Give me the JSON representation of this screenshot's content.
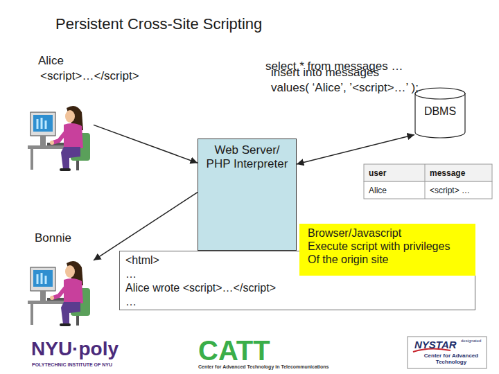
{
  "diagram": {
    "title": "Persistent Cross-Site Scripting",
    "nodes": [
      {
        "text": [
          "Alice",
          "<script>…</script>"
        ]
      },
      {
        "text": [
          "DBMS"
        ]
      },
      {
        "text": [
          "Web Server/ PHP Interpreter"
        ]
      },
      {
        "text": [
          "Bonnie"
        ]
      },
      {
        "text": [
          "Browser/Javascript",
          "Execute script with privileges Of the origin site"
        ]
      },
      {
        "text": [
          "<html>",
          "…",
          "Alice wrote <script>…</script>",
          "…"
        ]
      }
    ],
    "edges": [
      {
        "from": 0,
        "to": 2,
        "arrow": "to"
      },
      {
        "from": 2,
        "to": 1,
        "arrow": "both"
      },
      {
        "from": 2,
        "to": 3,
        "arrow": "to"
      }
    ],
    "labels": [
      "select * from messages …",
      "insert into messages",
      "values( ‘Alice’, ’<script>…’ );",
      "user",
      "message",
      "Alice",
      "<script> …",
      "NYU·poly",
      "POLYTECHNIC INSTITUTE OF NYU",
      "CATT",
      "Center for Advanced Technology in Telecommunications",
      "NYSTAR",
      "designated",
      "Center for Advanced Technology"
    ]
  }
}
